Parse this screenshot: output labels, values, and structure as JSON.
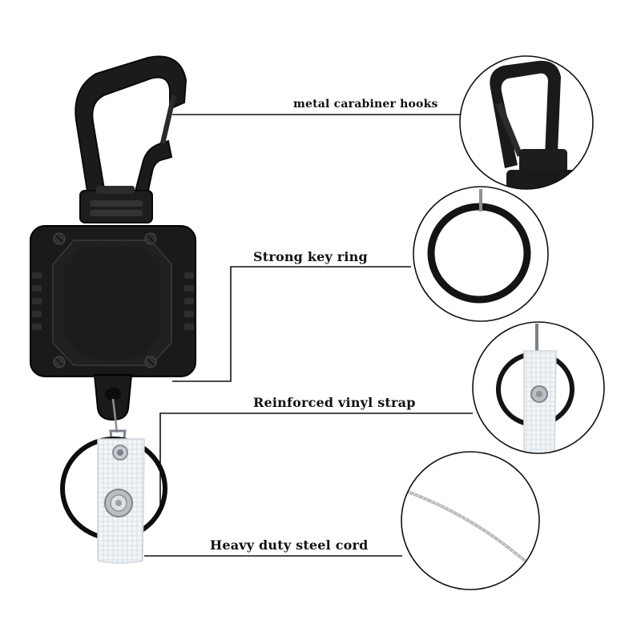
{
  "callouts": {
    "hooks": {
      "label": "metal carabiner hooks"
    },
    "ring": {
      "label": "Strong key ring"
    },
    "strap": {
      "label": "Reinforced vinyl strap"
    },
    "cord": {
      "label": "Heavy duty steel cord"
    }
  },
  "colors": {
    "background": "#ffffff",
    "product_body": "#1a1a1a",
    "body_highlight": "#3a3a3a",
    "strap": "#eef2f5",
    "leader_line": "#111111",
    "cord": "#b8bcc0"
  }
}
